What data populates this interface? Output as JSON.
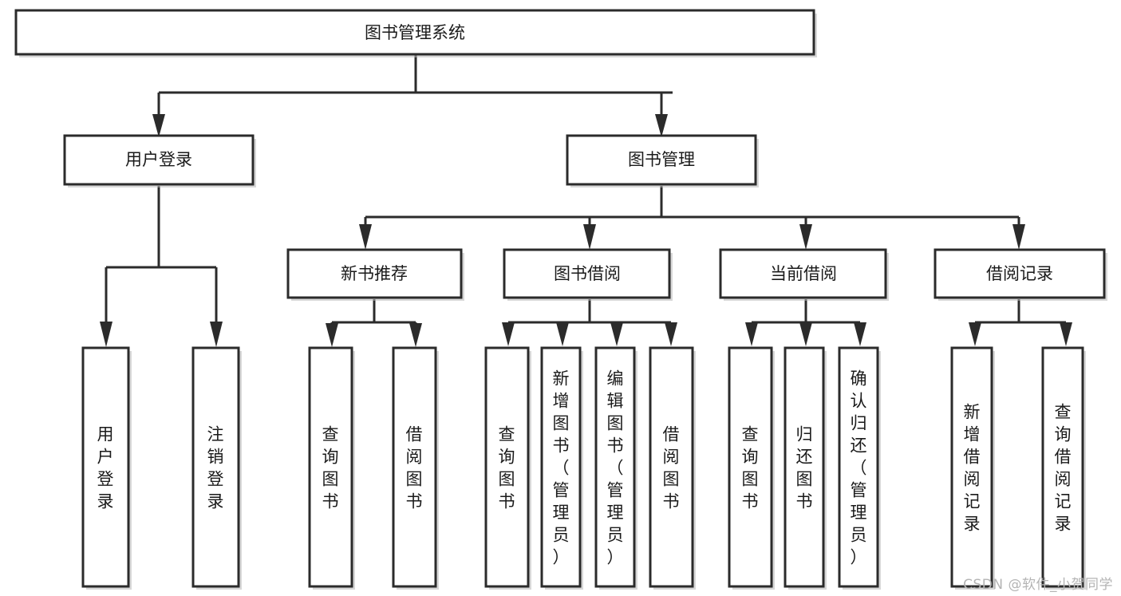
{
  "diagram": {
    "type": "org-chart",
    "title": "图书管理系统",
    "watermark": "CSDN @软件_小贺同学",
    "colors": {
      "stroke": "#2b2b2b",
      "fill": "#ffffff",
      "text": "#1a1a1a",
      "watermark": "#b4b4b4"
    },
    "nodes": {
      "root": {
        "label": "图书管理系统",
        "orientation": "horizontal"
      },
      "level2": [
        {
          "id": "user-login",
          "label": "用户登录",
          "orientation": "horizontal"
        },
        {
          "id": "book-manage",
          "label": "图书管理",
          "orientation": "horizontal"
        }
      ],
      "level3": [
        {
          "id": "new-book-recommend",
          "label": "新书推荐",
          "orientation": "horizontal"
        },
        {
          "id": "book-borrow",
          "label": "图书借阅",
          "orientation": "horizontal"
        },
        {
          "id": "current-borrow",
          "label": "当前借阅",
          "orientation": "horizontal"
        },
        {
          "id": "borrow-record",
          "label": "借阅记录",
          "orientation": "horizontal"
        }
      ],
      "leaves": [
        {
          "id": "leaf-user-login",
          "label": "用户登录",
          "orientation": "vertical",
          "parent": "user-login"
        },
        {
          "id": "leaf-user-logout",
          "label": "注销登录",
          "orientation": "vertical",
          "parent": "user-login"
        },
        {
          "id": "leaf-query-book-1",
          "label": "查询图书",
          "orientation": "vertical",
          "parent": "new-book-recommend"
        },
        {
          "id": "leaf-borrow-book-1",
          "label": "借阅图书",
          "orientation": "vertical",
          "parent": "new-book-recommend"
        },
        {
          "id": "leaf-query-book-2",
          "label": "查询图书",
          "orientation": "vertical",
          "parent": "book-borrow"
        },
        {
          "id": "leaf-add-book",
          "label": "新增图书（管理员）",
          "orientation": "vertical",
          "parent": "book-borrow"
        },
        {
          "id": "leaf-edit-book",
          "label": "编辑图书（管理员）",
          "orientation": "vertical",
          "parent": "book-borrow"
        },
        {
          "id": "leaf-borrow-book-2",
          "label": "借阅图书",
          "orientation": "vertical",
          "parent": "book-borrow"
        },
        {
          "id": "leaf-query-book-3",
          "label": "查询图书",
          "orientation": "vertical",
          "parent": "current-borrow"
        },
        {
          "id": "leaf-return-book",
          "label": "归还图书",
          "orientation": "vertical",
          "parent": "current-borrow"
        },
        {
          "id": "leaf-confirm-return",
          "label": "确认归还（管理员）",
          "orientation": "vertical",
          "parent": "current-borrow"
        },
        {
          "id": "leaf-add-record",
          "label": "新增借阅记录",
          "orientation": "vertical",
          "parent": "borrow-record"
        },
        {
          "id": "leaf-query-record",
          "label": "查询借阅记录",
          "orientation": "vertical",
          "parent": "borrow-record"
        }
      ]
    }
  }
}
